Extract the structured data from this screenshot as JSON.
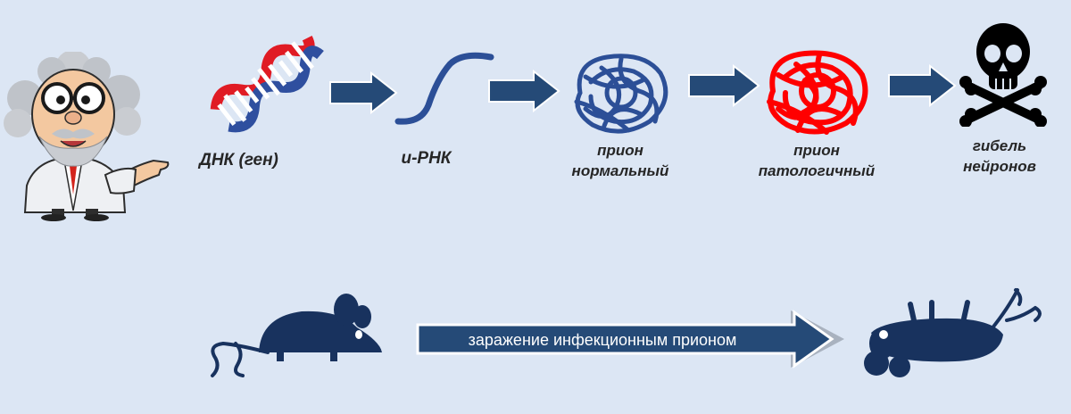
{
  "labels": {
    "dna": "ДНК (ген)",
    "mrna": "и-РНК",
    "prion_normal_1": "прион",
    "prion_normal_2": "нормальный",
    "prion_path_1": "прион",
    "prion_path_2": "патологичный",
    "death_1": "гибель",
    "death_2": "нейронов",
    "infection": "заражение инфекционным прионом"
  },
  "colors": {
    "background": "#dce6f4",
    "navy": "#1f3a5f",
    "arrow": "#254a77",
    "dna_red": "#e01b24",
    "dna_blue": "#2f4f9f",
    "prion_normal": "#2c4f97",
    "prion_pathological": "#ff0000",
    "mouse": "#18325e",
    "skull": "#000000"
  },
  "icons": {
    "scientist": "scientist-icon",
    "dna": "dna-helix-icon",
    "mrna": "mrna-strand-icon",
    "normal_prion": "tangled-coil-icon",
    "pathological_prion": "tangled-coil-icon",
    "death": "skull-crossbones-icon",
    "healthy_mouse": "mouse-icon",
    "dead_mouse": "dead-mouse-icon"
  }
}
